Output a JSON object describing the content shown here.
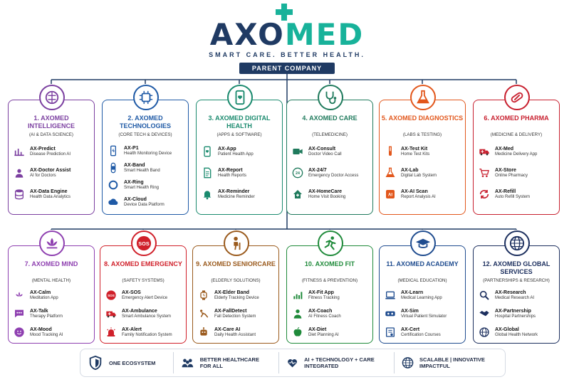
{
  "brand": {
    "logo_part1": "AXO",
    "logo_part2": "MED",
    "tagline": "SMART CARE. BETTER HEALTH.",
    "parent_label": "PARENT COMPANY",
    "color_navy": "#1f3a63",
    "color_teal": "#18b29a"
  },
  "divisions": [
    {
      "title": "1. AXOMED INTELLIGENCE",
      "subtitle": "(AI & DATA SCIENCE)",
      "color": "#7b3fa0",
      "icon": "brain-icon",
      "items": [
        {
          "name": "AX-Predict",
          "desc": "Disease Prediction AI",
          "icon": "chart-icon"
        },
        {
          "name": "AX-Doctor Assist",
          "desc": "AI for Doctors",
          "icon": "doctor-icon"
        },
        {
          "name": "AX-Data Engine",
          "desc": "Health Data Analytics",
          "icon": "database-icon"
        }
      ]
    },
    {
      "title": "2. AXOMED TECHNOLOGIES",
      "subtitle": "(CORE TECH & DEVICES)",
      "color": "#1f5aa6",
      "icon": "chip-icon",
      "items": [
        {
          "name": "AX-P1",
          "desc": "Health Monitoring Device",
          "icon": "phone-icon"
        },
        {
          "name": "AX-Band",
          "desc": "Smart Health Band",
          "icon": "band-icon"
        },
        {
          "name": "AX-Ring",
          "desc": "Smart Health Ring",
          "icon": "ring-icon"
        },
        {
          "name": "AX-Cloud",
          "desc": "Device Data Platform",
          "icon": "cloud-icon"
        }
      ]
    },
    {
      "title": "3. AXOMED DIGITAL HEALTH",
      "subtitle": "(APPS & SOFTWARE)",
      "color": "#1a8a6e",
      "icon": "mobile-heart-icon",
      "items": [
        {
          "name": "AX-App",
          "desc": "Patient Health App",
          "icon": "app-icon"
        },
        {
          "name": "AX-Report",
          "desc": "Health Reports",
          "icon": "report-icon"
        },
        {
          "name": "AX-Reminder",
          "desc": "Medicine Reminder",
          "icon": "bell-icon"
        }
      ]
    },
    {
      "title": "4. AXOMED CARE",
      "subtitle": "(TELEMEDICINE)",
      "color": "#1f7a5c",
      "icon": "stethoscope-icon",
      "items": [
        {
          "name": "AX-Consult",
          "desc": "Doctor Video Call",
          "icon": "video-icon"
        },
        {
          "name": "AX-24/7",
          "desc": "Emergency Doctor Access",
          "icon": "clock-icon"
        },
        {
          "name": "AX-HomeCare",
          "desc": "Home Visit Booking",
          "icon": "home-icon"
        }
      ]
    },
    {
      "title": "5. AXOMED DIAGNOSTICS",
      "subtitle": "(LABS & TESTING)",
      "color": "#e2571c",
      "icon": "flask-icon",
      "items": [
        {
          "name": "AX-Test Kit",
          "desc": "Home Test Kits",
          "icon": "tube-icon"
        },
        {
          "name": "AX-Lab",
          "desc": "Digital Lab System",
          "icon": "lab-icon"
        },
        {
          "name": "AX-AI Scan",
          "desc": "Report Analysis AI",
          "icon": "scan-icon"
        }
      ]
    },
    {
      "title": "6. AXOMED PHARMA",
      "subtitle": "(MEDICINE & DELIVERY)",
      "color": "#c8202f",
      "icon": "pill-icon",
      "items": [
        {
          "name": "AX-Med",
          "desc": "Medicine Delivery App",
          "icon": "truck-icon"
        },
        {
          "name": "AX-Store",
          "desc": "Online Pharmacy",
          "icon": "cart-icon"
        },
        {
          "name": "AX-Refill",
          "desc": "Auto Refill System",
          "icon": "refresh-icon"
        }
      ]
    },
    {
      "title": "7. AXOMED MIND",
      "subtitle": "(MENTAL HEALTH)",
      "color": "#8e3fb0",
      "icon": "lotus-icon",
      "items": [
        {
          "name": "AX-Calm",
          "desc": "Meditation App",
          "icon": "calm-icon"
        },
        {
          "name": "AX-Talk",
          "desc": "Therapy Platform",
          "icon": "chat-icon"
        },
        {
          "name": "AX-Mood",
          "desc": "Mood Tracking AI",
          "icon": "mood-icon"
        }
      ]
    },
    {
      "title": "8. AXOMED EMERGENCY",
      "subtitle": "(SAFETY SYSTEMS)",
      "color": "#d0202a",
      "icon": "sos-icon",
      "items": [
        {
          "name": "AX-SOS",
          "desc": "Emergency Alert Device",
          "icon": "sos-small-icon"
        },
        {
          "name": "AX-Ambulance",
          "desc": "Smart Ambulance System",
          "icon": "ambulance-icon"
        },
        {
          "name": "AX-Alert",
          "desc": "Family Notification System",
          "icon": "siren-icon"
        }
      ]
    },
    {
      "title": "9. AXOMED SENIORCARE",
      "subtitle": "(ELDERLY SOLUTIONS)",
      "color": "#9a5a1c",
      "icon": "elder-icon",
      "items": [
        {
          "name": "AX-Elder Band",
          "desc": "Elderly Tracking Device",
          "icon": "watch-icon"
        },
        {
          "name": "AX-FallDetect",
          "desc": "Fall Detection System",
          "icon": "fall-icon"
        },
        {
          "name": "AX-Care AI",
          "desc": "Daily Health Assistant",
          "icon": "robot-icon"
        }
      ]
    },
    {
      "title": "10. AXOMED FIT",
      "subtitle": "(FITNESS & PREVENTION)",
      "color": "#1f8a3a",
      "icon": "runner-icon",
      "items": [
        {
          "name": "AX-Fit App",
          "desc": "Fitness Tracking",
          "icon": "bars-icon"
        },
        {
          "name": "AX-Coach",
          "desc": "AI Fitness Coach",
          "icon": "coach-icon"
        },
        {
          "name": "AX-Diet",
          "desc": "Diet Planning AI",
          "icon": "apple-icon"
        }
      ]
    },
    {
      "title": "11. AXOMED ACADEMY",
      "subtitle": "(MEDICAL EDUCATION)",
      "color": "#1f4c8f",
      "icon": "cap-icon",
      "items": [
        {
          "name": "AX-Learn",
          "desc": "Medical Learning App",
          "icon": "laptop-icon"
        },
        {
          "name": "AX-Sim",
          "desc": "Virtual Patient Simulator",
          "icon": "vr-icon"
        },
        {
          "name": "AX-Cert",
          "desc": "Certification Courses",
          "icon": "cert-icon"
        }
      ]
    },
    {
      "title": "12. AXOMED GLOBAL SERVICES",
      "subtitle": "(PARTNERSHIPS & RESEARCH)",
      "color": "#1c2f5e",
      "icon": "globe-icon",
      "items": [
        {
          "name": "AX-Research",
          "desc": "Medical Research AI",
          "icon": "search-icon"
        },
        {
          "name": "AX-Partnership",
          "desc": "Hospital Partnerships",
          "icon": "handshake-icon"
        },
        {
          "name": "AX-Global",
          "desc": "Global Health Network",
          "icon": "globe-small-icon"
        }
      ]
    }
  ],
  "footer": [
    {
      "text": "ONE ECOSYSTEM",
      "icon": "shield-icon"
    },
    {
      "text": "BETTER HEALTHCARE FOR ALL",
      "icon": "people-icon"
    },
    {
      "text": "AI + TECHNOLOGY + CARE INTEGRATED",
      "icon": "heartbeat-icon"
    },
    {
      "text": "SCALABLE | INNOVATIVE IMPACTFUL",
      "icon": "globe-net-icon"
    }
  ]
}
